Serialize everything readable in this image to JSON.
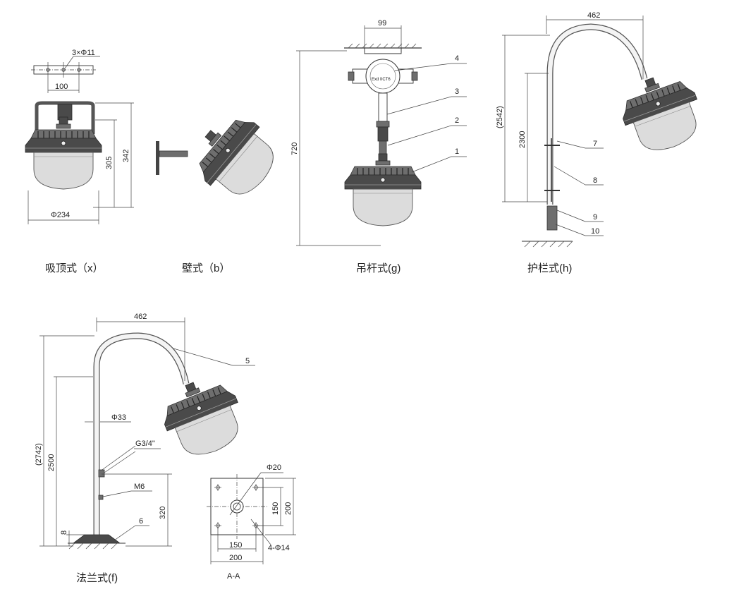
{
  "views": {
    "ceiling": {
      "caption": "吸顶式（x）",
      "holes": "3×Φ11",
      "bolt_span": "100",
      "h_inner": "305",
      "h_outer": "342",
      "diameter": "Φ234"
    },
    "wall": {
      "caption": "壁式（b）"
    },
    "pendant": {
      "caption": "吊杆式(g)",
      "width_top": "99",
      "height": "720",
      "callouts": [
        "1",
        "2",
        "3",
        "4"
      ],
      "marking": [
        "Exd IICT6"
      ]
    },
    "guardrail": {
      "caption": "护栏式(h)",
      "reach": "462",
      "total_height": "(2542)",
      "pole_height": "2300",
      "callouts": [
        "7",
        "8",
        "9",
        "10"
      ]
    },
    "flange": {
      "caption": "法兰式(f)",
      "reach": "462",
      "total_height": "(2742)",
      "pole_height": "2500",
      "pipe_diameter": "Φ33",
      "thread": "G3/4\"",
      "screw": "M6",
      "mount_height": "320",
      "base_plate": "8",
      "callouts": [
        "5",
        "6"
      ]
    },
    "section": {
      "caption": "A-A",
      "hole_dia": "Φ20",
      "hole_pitch_v": "150",
      "plate_v": "200",
      "hole_pitch_h": "150",
      "plate_h": "200",
      "bolt_holes": "4-Φ14"
    }
  }
}
